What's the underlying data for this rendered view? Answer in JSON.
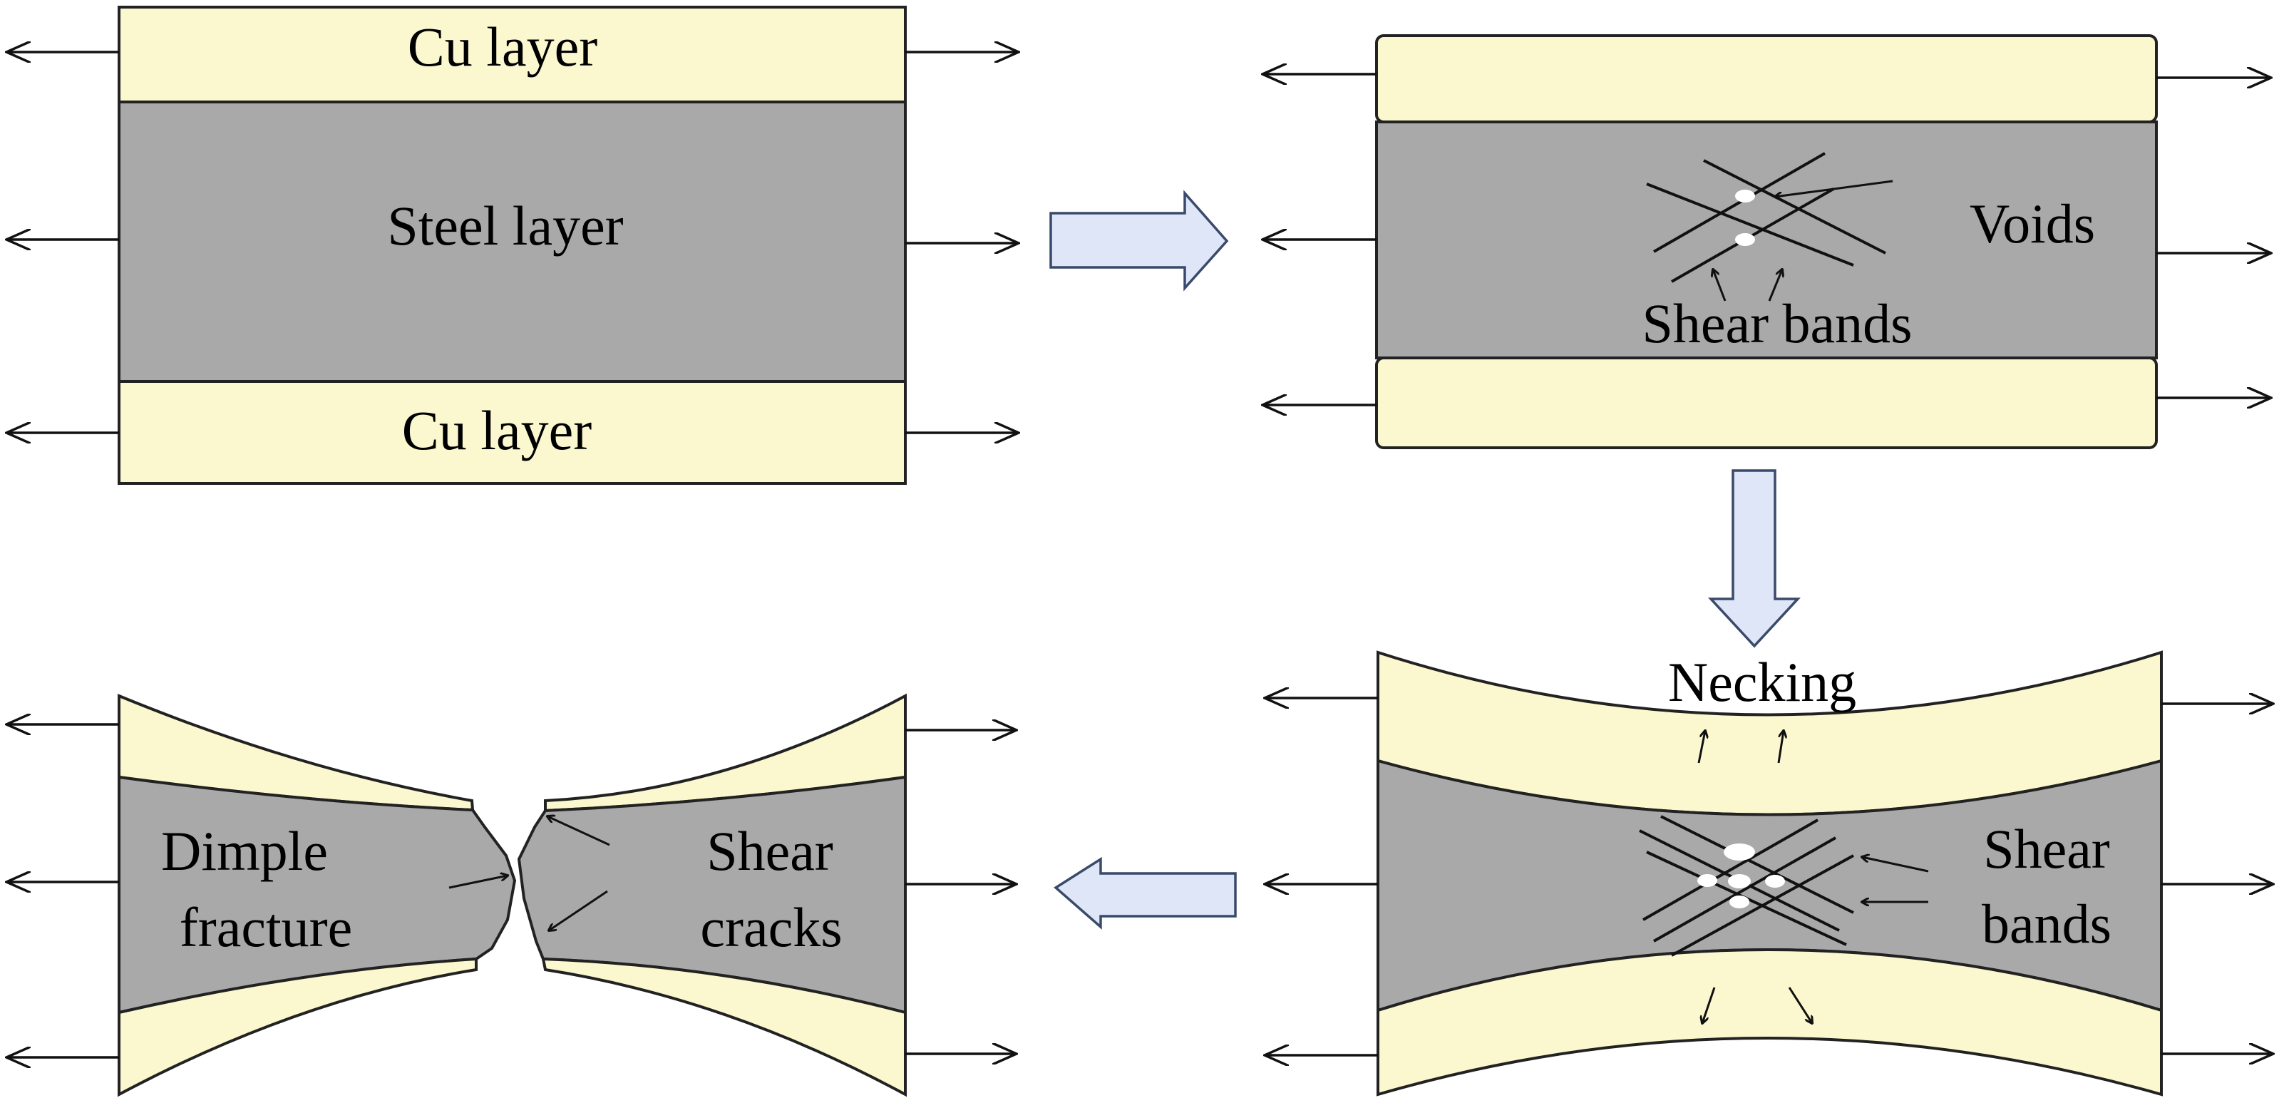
{
  "panels": {
    "initial": {
      "top_layer": "Cu layer",
      "middle_layer": "Steel layer",
      "bottom_layer": "Cu layer"
    },
    "voids_stage": {
      "voids": "Voids",
      "shear_bands": "Shear bands"
    },
    "necking_stage": {
      "necking": "Necking",
      "shear_bands_line1": "Shear",
      "shear_bands_line2": "bands"
    },
    "fracture_stage": {
      "dimple_line1": "Dimple",
      "dimple_line2": "fracture",
      "cracks_line1": "Shear",
      "cracks_line2": "cracks"
    }
  },
  "colors": {
    "cu_layer": "#fbf8cf",
    "steel_layer": "#a9a9a9",
    "flow_arrow": "#dfe6f8"
  }
}
